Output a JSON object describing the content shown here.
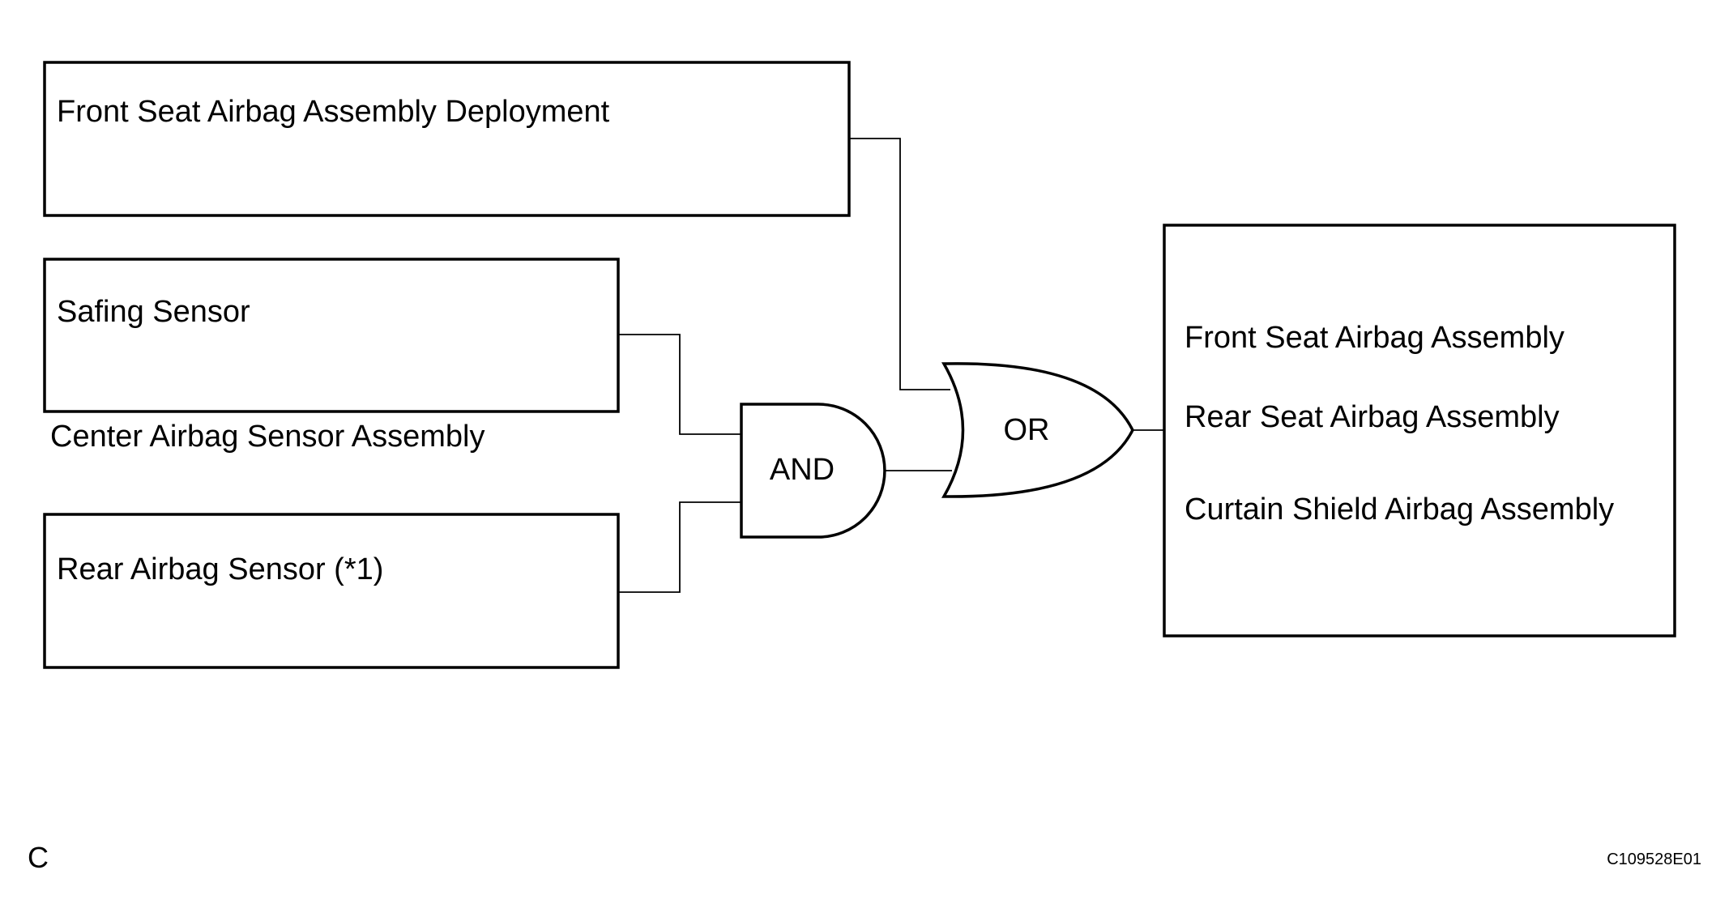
{
  "inputs": {
    "front_seat_deployment": "Front Seat Airbag Assembly Deployment",
    "safing_sensor": "Safing Sensor",
    "center_assembly_label": "Center Airbag Sensor Assembly",
    "rear_airbag_sensor": "Rear Airbag Sensor (*1)"
  },
  "gates": {
    "and_label": "AND",
    "or_label": "OR"
  },
  "outputs": {
    "items": [
      "Front Seat Airbag Assembly",
      "Rear Seat Airbag Assembly",
      "Curtain Shield Airbag Assembly"
    ]
  },
  "footer": {
    "corner_letter": "C",
    "figure_code": "C109528E01"
  }
}
